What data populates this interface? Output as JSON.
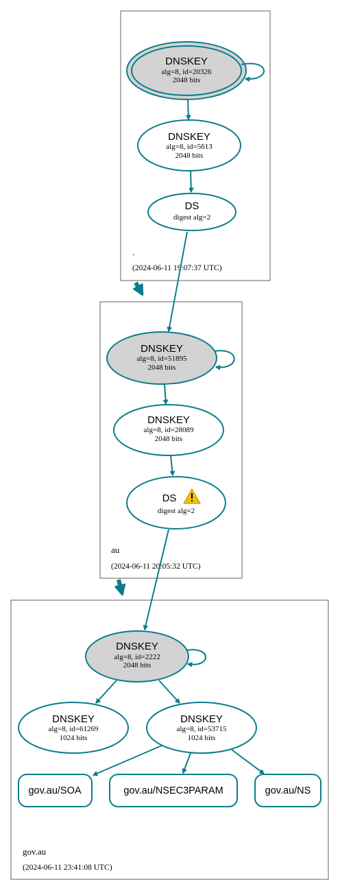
{
  "colors": {
    "edge": "#0a7d8c",
    "ksk_fill": "#d3d3d3",
    "warning": "#f2c200"
  },
  "zones": {
    "root": {
      "name": ".",
      "timestamp": "(2024-06-11 19:07:37 UTC)",
      "nodes": {
        "ksk": {
          "title": "DNSKEY",
          "line1": "alg=8, id=20326",
          "line2": "2048 bits"
        },
        "zsk": {
          "title": "DNSKEY",
          "line1": "alg=8, id=5613",
          "line2": "2048 bits"
        },
        "ds": {
          "title": "DS",
          "line1": "digest alg=2"
        }
      }
    },
    "au": {
      "name": "au",
      "timestamp": "(2024-06-11 20:05:32 UTC)",
      "nodes": {
        "ksk": {
          "title": "DNSKEY",
          "line1": "alg=8, id=51895",
          "line2": "2048 bits"
        },
        "zsk": {
          "title": "DNSKEY",
          "line1": "alg=8, id=28089",
          "line2": "2048 bits"
        },
        "ds": {
          "title": "DS",
          "line1": "digest alg=2",
          "icon": "warning-icon"
        }
      }
    },
    "govau": {
      "name": "gov.au",
      "timestamp": "(2024-06-11 23:41:08 UTC)",
      "nodes": {
        "ksk": {
          "title": "DNSKEY",
          "line1": "alg=8, id=2222",
          "line2": "2048 bits"
        },
        "zsk1": {
          "title": "DNSKEY",
          "line1": "alg=8, id=61269",
          "line2": "1024 bits"
        },
        "zsk2": {
          "title": "DNSKEY",
          "line1": "alg=8, id=53715",
          "line2": "1024 bits"
        },
        "rr_soa": "gov.au/SOA",
        "rr_nsec3param": "gov.au/NSEC3PARAM",
        "rr_ns": "gov.au/NS"
      }
    }
  }
}
